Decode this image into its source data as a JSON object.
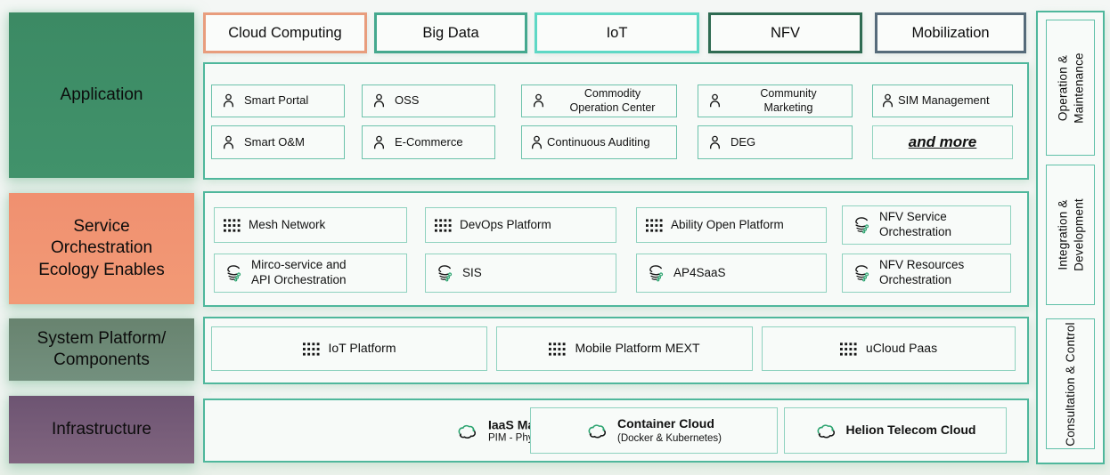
{
  "colors": {
    "background": "#f3f6f4",
    "panel_border": "#4fb79c",
    "item_border_light": "#8fd2bf",
    "item_border_app": "#6cc2ab",
    "application_label_bg": "#3e8e68",
    "service_label_bg": "#f19373",
    "system_label_bg": "#6f897b",
    "infrastructure_label_bg": "#75597a",
    "icon_green": "#2ba36f",
    "icon_black": "#141414",
    "glow_green": "#8bc4a3"
  },
  "tabs": [
    {
      "label": "Cloud Computing",
      "border": "#e89d7d"
    },
    {
      "label": "Big Data",
      "border": "#45a88e"
    },
    {
      "label": "IoT",
      "border": "#5ed8c5"
    },
    {
      "label": "NFV",
      "border": "#2f6b52"
    },
    {
      "label": "Mobilization",
      "border": "#566b7a"
    }
  ],
  "row_labels": {
    "application": "Application",
    "service": "Service\nOrchestration\nEcology Enables",
    "system": "System Platform/\nComponents",
    "infrastructure": "Infrastructure"
  },
  "application": {
    "items": [
      {
        "label": "Smart Portal",
        "icon": "person"
      },
      {
        "label": "OSS",
        "icon": "person"
      },
      {
        "label": "Commodity\nOperation Center",
        "icon": "person"
      },
      {
        "label": "Community\nMarketing",
        "icon": "person"
      },
      {
        "label": "SIM Management",
        "icon": "person"
      },
      {
        "label": "Smart O&M",
        "icon": "person"
      },
      {
        "label": "E-Commerce",
        "icon": "person"
      },
      {
        "label": "Continuous Auditing",
        "icon": "person"
      },
      {
        "label": "DEG",
        "icon": "person"
      },
      {
        "label": "and more",
        "icon": "none"
      }
    ]
  },
  "service": {
    "items": [
      {
        "label": "Mesh Network",
        "icon": "grid"
      },
      {
        "label": "DevOps Platform",
        "icon": "grid"
      },
      {
        "label": "Ability Open Platform",
        "icon": "grid"
      },
      {
        "label": "NFV Service\nOrchestration",
        "icon": "orchestration"
      },
      {
        "label": "Mirco-service and\nAPI Orchestration",
        "icon": "orchestration"
      },
      {
        "label": "SIS",
        "icon": "orchestration"
      },
      {
        "label": "AP4SaaS",
        "icon": "orchestration"
      },
      {
        "label": "NFV Resources\nOrchestration",
        "icon": "orchestration"
      }
    ]
  },
  "system": {
    "items": [
      {
        "label": "IoT Platform",
        "icon": "grid"
      },
      {
        "label": "Mobile Platform MEXT",
        "icon": "grid"
      },
      {
        "label": "uCloud Paas",
        "icon": "grid"
      }
    ]
  },
  "infrastructure": {
    "items": [
      {
        "title": "IaaS Management Platform",
        "subtitle": "PIM - Physical Infrastructure Management",
        "icon": "cloud-sync"
      },
      {
        "title": "Container Cloud",
        "subtitle": "(Docker & Kubernetes)",
        "icon": "cloud-sync"
      },
      {
        "title": "Helion Telecom Cloud",
        "subtitle": "",
        "icon": "cloud-sync"
      }
    ]
  },
  "sidebar": {
    "items": [
      {
        "label": "Operation &\nMaintenance"
      },
      {
        "label": "Integration &\nDevelopment"
      },
      {
        "label": "Consultation & Control"
      }
    ]
  }
}
